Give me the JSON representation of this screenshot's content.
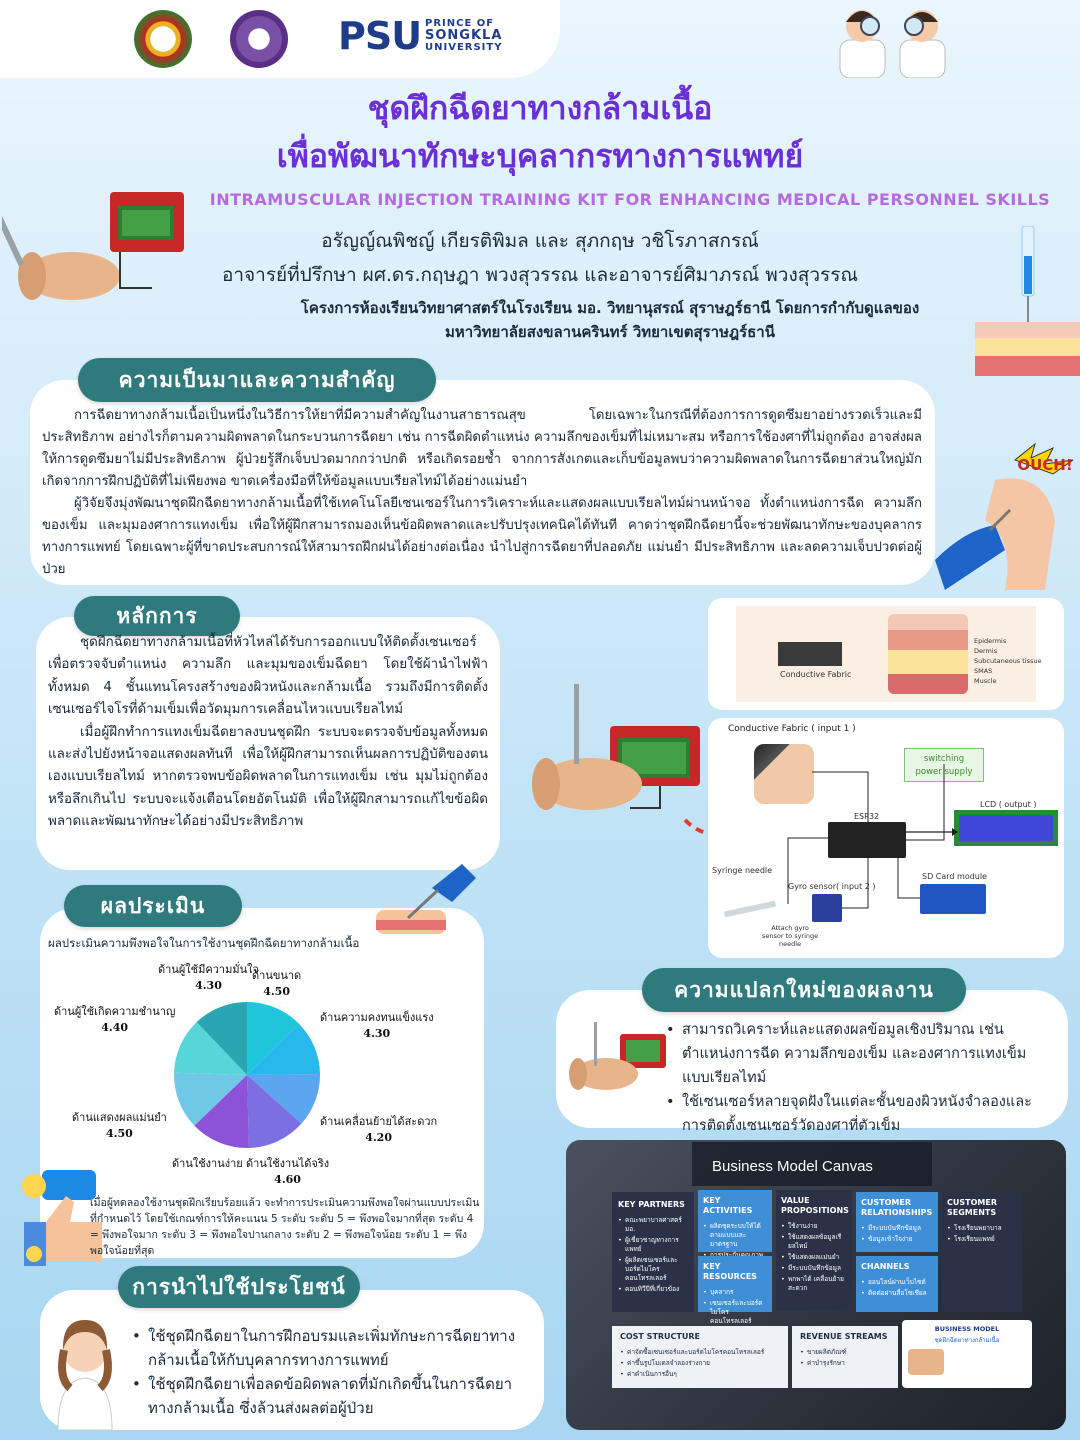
{
  "header": {
    "university_logo_text": [
      "PRINCE OF",
      "SONGKLA",
      "UNIVERSITY"
    ],
    "psu_mark": "PSU",
    "title_line1": "ชุดฝึกฉีดยาทางกล้ามเนื้อ",
    "title_line2": "เพื่อพัฒนาทักษะบุคลากรทางการแพทย์",
    "title_en": "INTRAMUSCULAR INJECTION TRAINING KIT FOR ENHANCING MEDICAL PERSONNEL SKILLS",
    "students": "อรัญญ์ณพิชญ์ เกียรติพิมล และ สุภกฤษ วชิโรภาสกรณ์",
    "advisors": "อาจารย์ที่ปรึกษา ผศ.ดร.กฤษฎา พวงสุวรรณ และอาจารย์ศิมาภรณ์ พวงสุวรรณ",
    "project_line1": "โครงการห้องเรียนวิทยาศาสตร์ในโรงเรียน มอ. วิทยานุสรณ์ สุราษฎร์ธานี โดยการกำกับดูแลของ",
    "project_line2": "มหาวิทยาลัยสงขลานครินทร์ วิทยาเขตสุราษฎร์ธานี"
  },
  "background": {
    "title": "ความเป็นมาและความสำคัญ",
    "p1": "การฉีดยาทางกล้ามเนื้อเป็นหนึ่งในวิธีการให้ยาที่มีความสำคัญในงานสาธารณสุข โดยเฉพาะในกรณีที่ต้องการการดูดซึมยาอย่างรวดเร็วและมีประสิทธิภาพ อย่างไรก็ตามความผิดพลาดในกระบวนการฉีดยา เช่น การฉีดผิดตำแหน่ง ความลึกของเข็มที่ไม่เหมาะสม หรือการใช้องศาที่ไม่ถูกต้อง อาจส่งผลให้การดูดซึมยาไม่มีประสิทธิภาพ ผู้ป่วยรู้สึกเจ็บปวดมากกว่าปกติ หรือเกิดรอยช้ำ จากการสังเกตและเก็บข้อมูลพบว่าความผิดพลาดในการฉีดยาส่วนใหญ่มักเกิดจากการฝึกปฏิบัติที่ไม่เพียงพอ ขาดเครื่องมือที่ให้ข้อมูลแบบเรียลไทม์ได้อย่างแม่นยำ",
    "p2": "ผู้วิจัยจึงมุ่งพัฒนาชุดฝึกฉีดยาทางกล้ามเนื้อที่ใช้เทคโนโลยีเซนเซอร์ในการวิเคราะห์และแสดงผลแบบเรียลไทม์ผ่านหน้าจอ ทั้งตำแหน่งการฉีด ความลึกของเข็ม และมุมองศาการแทงเข็ม เพื่อให้ผู้ฝึกสามารถมองเห็นข้อผิดพลาดและปรับปรุงเทคนิคได้ทันที คาดว่าชุดฝึกฉีดยานี้จะช่วยพัฒนาทักษะของบุคลากรทางการแพทย์ โดยเฉพาะผู้ที่ขาดประสบการณ์ให้สามารถฝึกฝนได้อย่างต่อเนื่อง นำไปสู่การฉีดยาที่ปลอดภัย แม่นยำ มีประสิทธิภาพ และลดความเจ็บปวดต่อผู้ป่วย",
    "ouch": "OUCH!"
  },
  "principle": {
    "title": "หลักการ",
    "p1": "ชุดฝึกฉีดยาทางกล้ามเนื้อที่หัวไหล่ได้รับการออกแบบให้ติดตั้งเซนเซอร์เพื่อตรวจจับตำแหน่ง ความลึก และมุมของเข็มฉีดยา โดยใช้ผ้านำไฟฟ้าทั้งหมด 4 ชั้นแทนโครงสร้างของผิวหนังและกล้ามเนื้อ รวมถึงมีการติดตั้งเซนเซอร์ไจโรที่ด้ามเข็มเพื่อวัดมุมการเคลื่อนไหวแบบเรียลไทม์",
    "p2": "เมื่อผู้ฝึกทำการแทงเข็มฉีดยาลงบนชุดฝึก ระบบจะตรวจจับข้อมูลทั้งหมดและส่งไปยังหน้าจอแสดงผลทันที เพื่อให้ผู้ฝึกสามารถเห็นผลการปฏิบัติของตนเองแบบเรียลไทม์ หากตรวจพบข้อผิดพลาดในการแทงเข็ม เช่น มุมไม่ถูกต้อง หรือลึกเกินไป ระบบจะแจ้งเตือนโดยอัตโนมัติ เพื่อให้ผู้ฝึกสามารถแก้ไขข้อผิดพลาดและพัฒนาทักษะได้อย่างมีประสิทธิภาพ"
  },
  "skin_diagram": {
    "conductive_fabric": "Conductive Fabric",
    "layers": [
      "Epidermis",
      "Dermis",
      "Subcutaneous tissue",
      "SMAS",
      "Muscle"
    ]
  },
  "circuit": {
    "conductive_fabric_input": "Conductive Fabric ( input 1 )",
    "switching_power": [
      "switching",
      "power supply"
    ],
    "esp32": "ESP32",
    "lcd": "LCD ( output )",
    "syringe_needle": "Syringe needle",
    "gyro": "Gyro sensor( input 2 )",
    "sd_card": "SD Card module",
    "attach_note": [
      "Attach gyro",
      "sensor to syringe",
      "needle"
    ]
  },
  "evaluation": {
    "title": "ผลประเมิน",
    "chart_caption": "ผลประเมินความพึงพอใจในการใช้งานชุดฝึกฉีดยาทางกล้ามเนื้อ",
    "note": "เมื่อผู้ทดลองใช้งานชุดฝึกเรียบร้อยแล้ว จะทำการประเมินความพึงพอใจผ่านแบบประเมินที่กำหนดไว้ โดยใช้เกณฑ์การให้คะแนน 5 ระดับ ระดับ 5 = พึงพอใจมากที่สุด ระดับ 4 = พึงพอใจมาก ระดับ 3 = พึงพอใจปานกลาง ระดับ 2 = พึงพอใจน้อย ระดับ 1 = พึงพอใจน้อยที่สุด"
  },
  "chart_data": {
    "type": "pie",
    "categories": [
      "ด้านขนาด",
      "ด้านความคงทนแข็งแรง",
      "ด้านเคลื่อนย้ายได้สะดวก",
      "ด้านใช้งานได้จริง",
      "ด้านใช้งานง่าย",
      "ด้านแสดงผลแม่นยำ",
      "ด้านผู้ใช้เกิดความชำนาญ",
      "ด้านผู้ใช้มีความมั่นใจ"
    ],
    "values": [
      4.5,
      4.3,
      4.2,
      4.6,
      4.7,
      4.5,
      4.4,
      4.3
    ],
    "value_labels": [
      "4.50",
      "4.30",
      "4.20",
      "4.60",
      "",
      "4.50",
      "4.40",
      "4.30"
    ],
    "colors": [
      "#1fc6dc",
      "#29b8ec",
      "#5ba6ee",
      "#7b6fe3",
      "#8c52d8",
      "#6ec8e6",
      "#57d6d9",
      "#2aa6b3"
    ],
    "title": "ผลประเมินความพึงพอใจในการใช้งานชุดฝึกฉีดยาทางกล้ามเนื้อ"
  },
  "novelty": {
    "title": "ความแปลกใหม่ของผลงาน",
    "items": [
      "สามารถวิเคราะห์และแสดงผลข้อมูลเชิงปริมาณ เช่น ตำแหน่งการฉีด ความลึกของเข็ม และองศาการแทงเข็มแบบเรียลไทม์",
      "ใช้เซนเซอร์หลายจุดฝังในแต่ละชั้นของผิวหนังจำลองและการติดตั้งเซนเซอร์วัดองศาที่ตัวเข็ม"
    ]
  },
  "application": {
    "title": "การนำไปใช้ประโยชน์",
    "items": [
      "ใช้ชุดฝึกฉีดยาในการฝึกอบรมและเพิ่มทักษะการฉีดยาทางกล้ามเนื้อให้กับบุคลากรทางการแพทย์",
      "ใช้ชุดฝึกฉีดยาเพื่อลดข้อผิดพลาดที่มักเกิดขึ้นในการฉีดยาทางกล้ามเนื้อ ซึ่งล้วนส่งผลต่อผู้ป่วย"
    ]
  },
  "bmc": {
    "title": "Business Model Canvas",
    "key_partners": {
      "h": "KEY PARTNERS",
      "items": [
        "คณะพยาบาลศาสตร์ มอ.",
        "ผู้เชี่ยวชาญทางการแพทย์",
        "ผู้ผลิตเซนเซอร์และบอร์ดไมโครคอนโทรลเลอร์",
        "คอนทิวีปีที่เกี่ยวข้อง"
      ]
    },
    "key_activities": {
      "h": "KEY ACTIVITIES",
      "items": [
        "ผลิตชุดระบบให้ได้ตามแบบและมาตรฐาน",
        "การประกันคุณภาพ"
      ]
    },
    "key_resources": {
      "h": "KEY RESOURCES",
      "items": [
        "บุคลากร",
        "เซนเซอร์และบอร์ดไมโครคอนโทรลเลอร์"
      ]
    },
    "value_props": {
      "h": "VALUE PROPOSITIONS",
      "items": [
        "ใช้งานง่าย",
        "ใช้แสดงผลข้อมูลเรียลไทม์",
        "ใช้แสดงผลแม่นยำ",
        "มีระบบบันทึกข้อมูล",
        "พกพาได้ เคลื่อนย้ายสะดวก"
      ]
    },
    "customer_rel": {
      "h": "CUSTOMER RELATIONSHIPS",
      "items": [
        "มีระบบบันทึกข้อมูล",
        "ข้อมูลเข้าใจง่าย"
      ]
    },
    "channels": {
      "h": "CHANNELS",
      "items": [
        "ออนไลน์ผ่านเว็บไซต์",
        "ติดต่อผ่านสื่อโซเชียล"
      ]
    },
    "customer_seg": {
      "h": "CUSTOMER SEGMENTS",
      "items": [
        "โรงเรียนพยาบาล",
        "โรงเรียนแพทย์"
      ]
    },
    "cost": {
      "h": "COST STRUCTURE",
      "items": [
        "ค่าจัดซื้อเซนเซอร์และบอร์ดไมโครคอนโทรลเลอร์",
        "ค่าขึ้นรูปโมเดลจำลองร่างกาย",
        "ค่าดำเนินการอื่นๆ"
      ]
    },
    "revenue": {
      "h": "REVENUE STREAMS",
      "items": [
        "ขายผลิตภัณฑ์",
        "ค่าบำรุงรักษา"
      ]
    },
    "business_model_card": {
      "h": "BUSINESS MODEL",
      "sub": "ชุดฝึกฉีดยาทางกล้ามเนื้อ"
    }
  }
}
